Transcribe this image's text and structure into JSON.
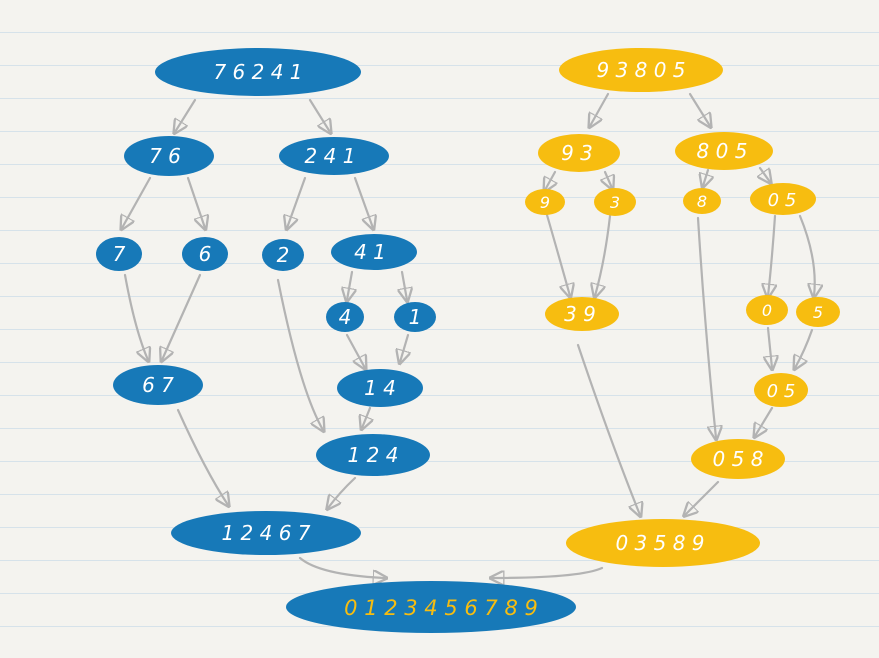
{
  "colors": {
    "blue": "#1779b8",
    "yellow": "#f7bd10",
    "text_on_blue": "#ffffff",
    "text_on_yellow": "#ffffff",
    "final_text": "#f7bd10",
    "arrow": "#b3b3b3"
  },
  "nodes": {
    "b_root": "7 6 2 4 1",
    "b_l1": "7 6",
    "b_r1": "2 4 1",
    "b_7": "7",
    "b_6": "6",
    "b_2": "2",
    "b_41": "4 1",
    "b_4": "4",
    "b_1": "1",
    "b_67": "6 7",
    "b_14": "1 4",
    "b_124": "1 2 4",
    "b_12467": "1 2 4 6 7",
    "y_root": "9 3 8 0 5",
    "y_93": "9 3",
    "y_805": "8 0 5",
    "y_9": "9",
    "y_3": "3",
    "y_8": "8",
    "y_05a": "0 5",
    "y_39": "3 9",
    "y_0": "0",
    "y_5": "5",
    "y_05b": "0 5",
    "y_058": "0 5 8",
    "y_03589": "0 3 5 8 9",
    "final": "0 1 2 3 4 5 6 7 8 9"
  }
}
